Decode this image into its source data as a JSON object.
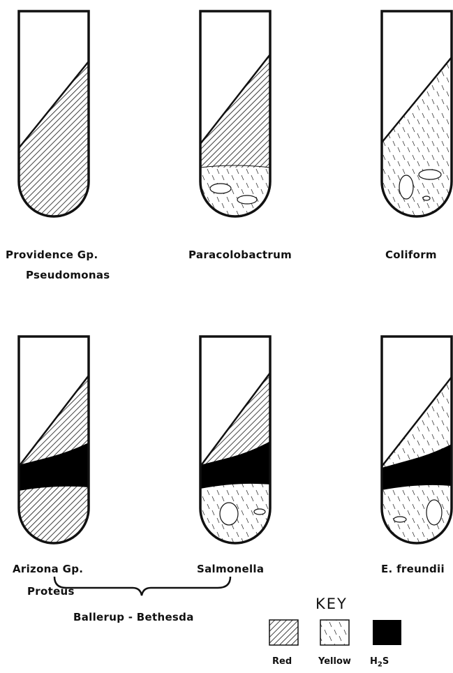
{
  "tubes": [
    {
      "label": "Providence Gp.",
      "label2": "Pseudomonas",
      "slant": "red",
      "butt": "red",
      "h2s": false,
      "gas": false
    },
    {
      "label": "Paracolobactrum",
      "label2": "",
      "slant": "red",
      "butt": "yellow",
      "h2s": false,
      "gas": true
    },
    {
      "label": "Coliform",
      "label2": "",
      "slant": "yellow",
      "butt": "yellow",
      "h2s": false,
      "gas": true
    },
    {
      "label": "Arizona Gp.",
      "label2": "",
      "slant": "red",
      "butt": "red",
      "h2s": true,
      "gas": false
    },
    {
      "label": "Salmonella",
      "label2": "",
      "slant": "red",
      "butt": "yellow",
      "h2s": true,
      "gas": true
    },
    {
      "label": "E. freundii",
      "label2": "",
      "slant": "yellow",
      "butt": "yellow",
      "h2s": true,
      "gas": true
    }
  ],
  "group": {
    "top": "Proteus",
    "bottom": "Ballerup - Bethesda"
  },
  "key": {
    "title": "KEY",
    "items": [
      {
        "name": "Red",
        "pattern": "dense-hatch"
      },
      {
        "name": "Yellow",
        "pattern": "sparse-dash"
      },
      {
        "name": "H",
        "sub": "2",
        "post": "S",
        "pattern": "solid-black"
      }
    ]
  }
}
